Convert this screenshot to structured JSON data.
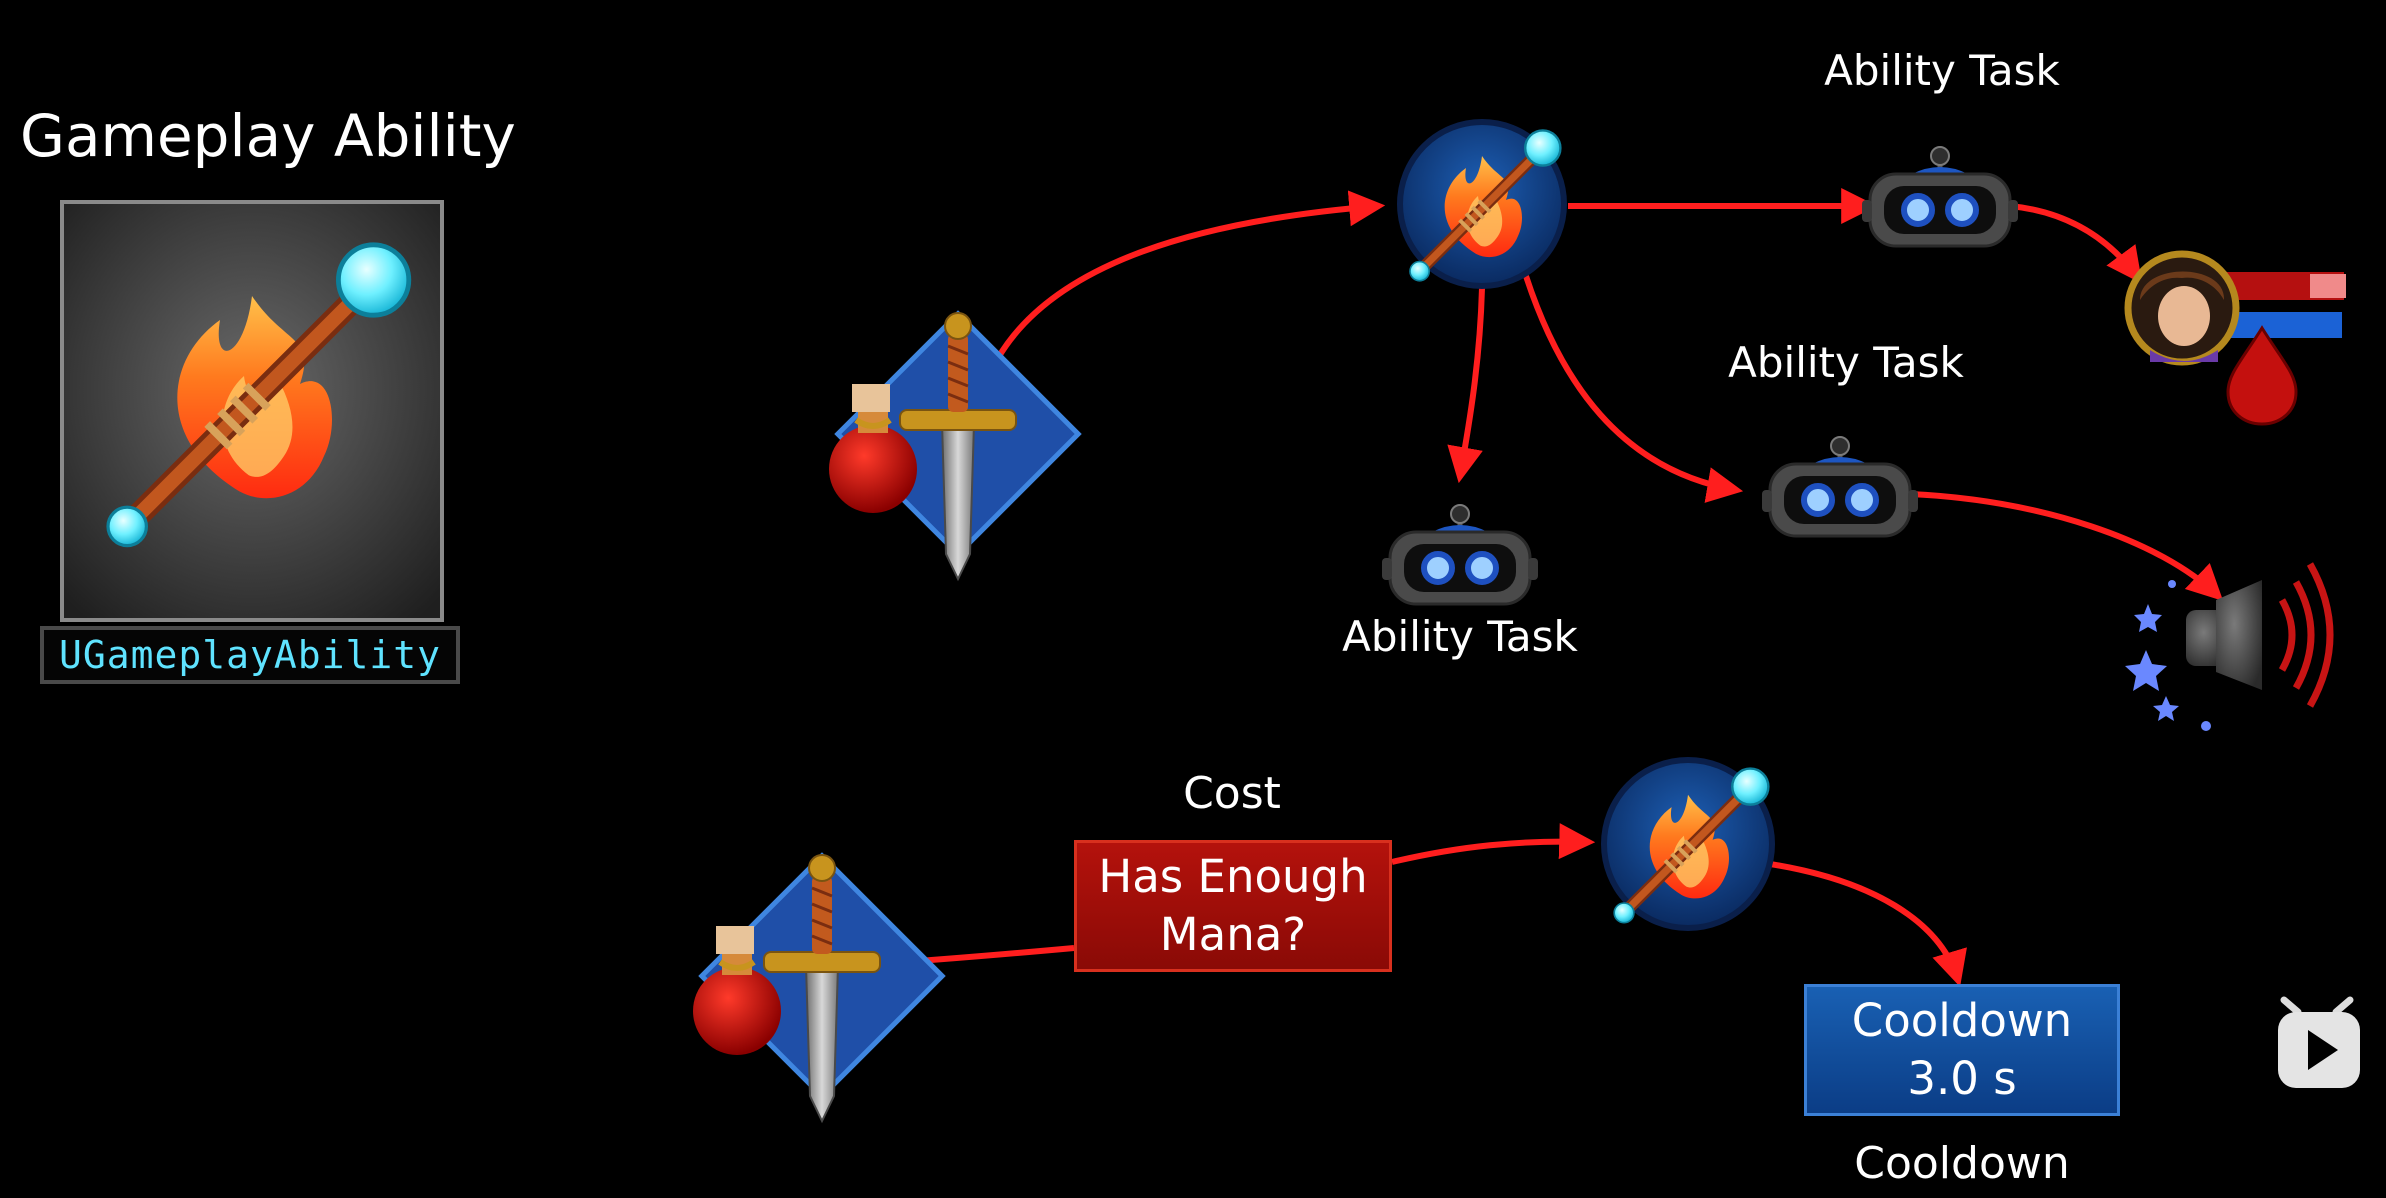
{
  "title": "Gameplay Ability",
  "class_name": "UGameplayAbility",
  "nodes": {
    "task_top": "Ability Task",
    "task_mid": "Ability Task",
    "task_bottom": "Ability Task",
    "cost_label": "Cost",
    "cost_box": [
      "Has Enough",
      "Mana?"
    ],
    "cooldown_box": [
      "Cooldown",
      "3.0 s"
    ],
    "cooldown_label": "Cooldown"
  },
  "icons": {
    "ability_icon": "fire-staff-icon",
    "activation": "sword-potion-icon",
    "task": "robot-icon",
    "target": "character-portrait-icon",
    "sound": "speaker-icon",
    "video_logo": "bilibili-tv-icon"
  },
  "colors": {
    "arrow": "#ff1e1e",
    "cost": "#b4120c",
    "cooldown": "#1960b3",
    "class_text": "#5fe3ff"
  }
}
